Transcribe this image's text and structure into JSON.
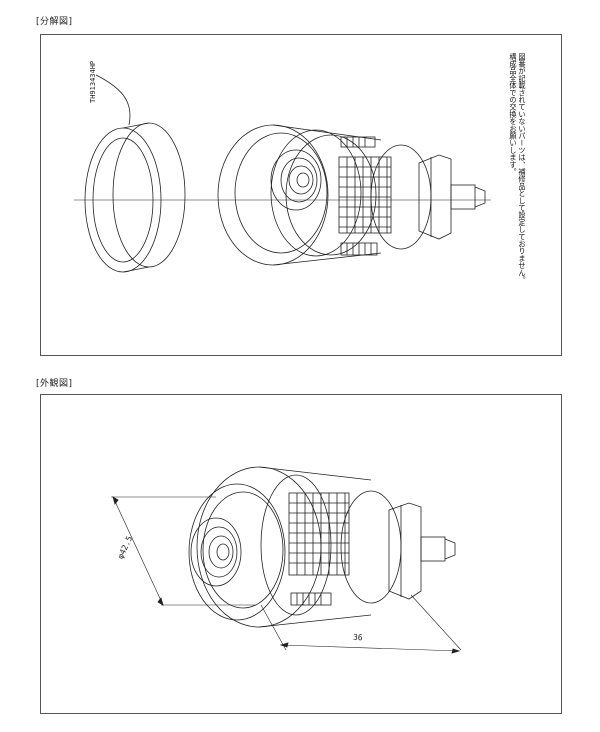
{
  "sections": {
    "exploded": {
      "label": "[分解図]"
    },
    "external": {
      "label": "[外観図]"
    }
  },
  "part_code": "TH913434HP",
  "note": {
    "line1": "図番が記載されていないパーツは、補修品として設定しておりません。",
    "line2": "構成品全体での交換をお願いします。"
  },
  "dimensions": {
    "diameter": "φ42.5",
    "length": "36"
  }
}
